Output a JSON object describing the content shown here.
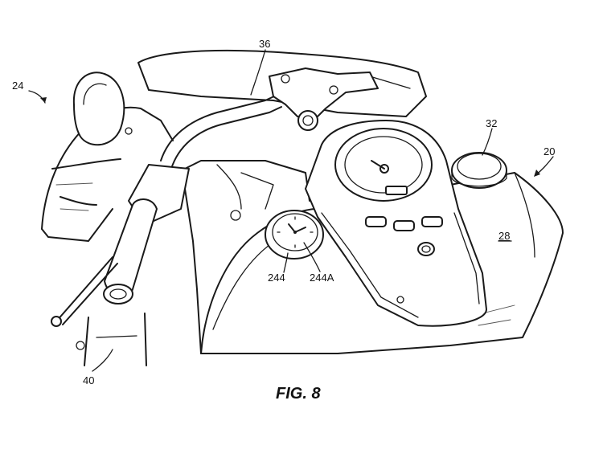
{
  "labels": {
    "ref_24": "24",
    "ref_36": "36",
    "ref_32": "32",
    "ref_20": "20",
    "ref_28": "28",
    "ref_244": "244",
    "ref_244A": "244A",
    "ref_40": "40"
  },
  "caption": "FIG. 8",
  "colors": {
    "line": "#1a1a1a",
    "background": "#ffffff"
  }
}
